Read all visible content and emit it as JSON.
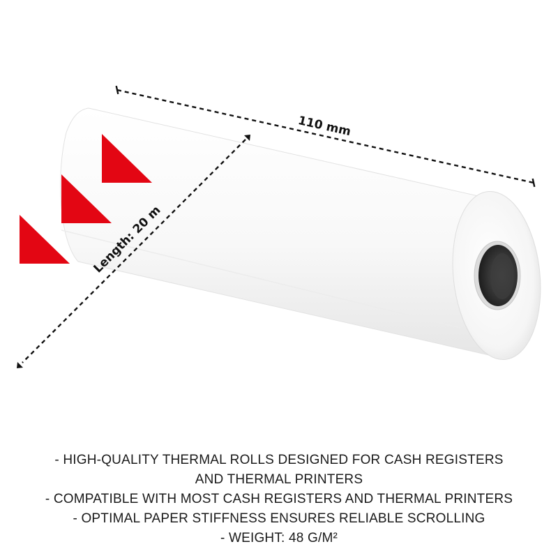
{
  "dimensions": {
    "width_label": "110 mm",
    "length_label": "Length: 20 m"
  },
  "features": [
    "- HIGH-QUALITY THERMAL ROLLS DESIGNED FOR CASH REGISTERS",
    "AND THERMAL PRINTERS",
    "- COMPATIBLE WITH MOST CASH REGISTERS AND THERMAL PRINTERS",
    "- OPTIMAL PAPER STIFFNESS ENSURES RELIABLE SCROLLING",
    "- WEIGHT: 48 G/M²"
  ],
  "colors": {
    "accent_red": "#e30613",
    "dimension_line": "#111111",
    "paper": "#f7f7f7",
    "core": "#3a3a3a"
  }
}
